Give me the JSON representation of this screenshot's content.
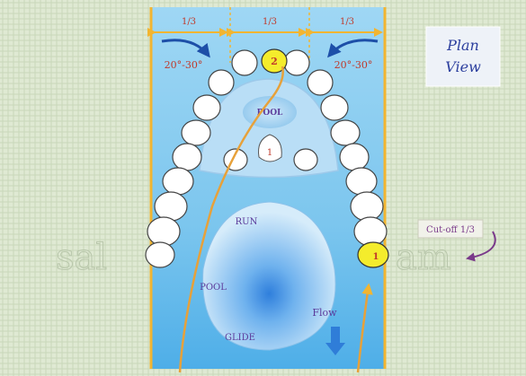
{
  "top_labels": {
    "left_third": "1/3",
    "middle_third": "1/3",
    "right_third": "1/3",
    "left_angle": "20°-30°",
    "right_angle": "20°-30°"
  },
  "plan_view": "Plan View",
  "plan_view_line1": "Plan",
  "plan_view_line2": "View",
  "palate": {
    "pool": "POOL",
    "marker_1": "1",
    "marker_2": "2"
  },
  "tongue": {
    "run": "RUN",
    "pool": "POOL",
    "glide": "GLIDE",
    "flow": "Flow"
  },
  "cutoff_label": "Cut-off 1/3",
  "marker_right": "1",
  "colors": {
    "background": "#dde8cf",
    "panel_blue": "#8fd0f2",
    "panel_dark": "#3fa7e6",
    "boundary": "#f2b531",
    "label_red": "#c0392b",
    "label_purple": "#5b3a9a",
    "flow_arrow": "#2f7dd8",
    "tooth_fill": "#ffffff",
    "marker_yellow": "#f4ec2c",
    "food_path": "#e7a13a"
  },
  "icons": [
    "left-arc-arrow-icon",
    "right-arc-arrow-icon",
    "flow-down-arrow-icon",
    "cutoff-pointer-icon"
  ]
}
